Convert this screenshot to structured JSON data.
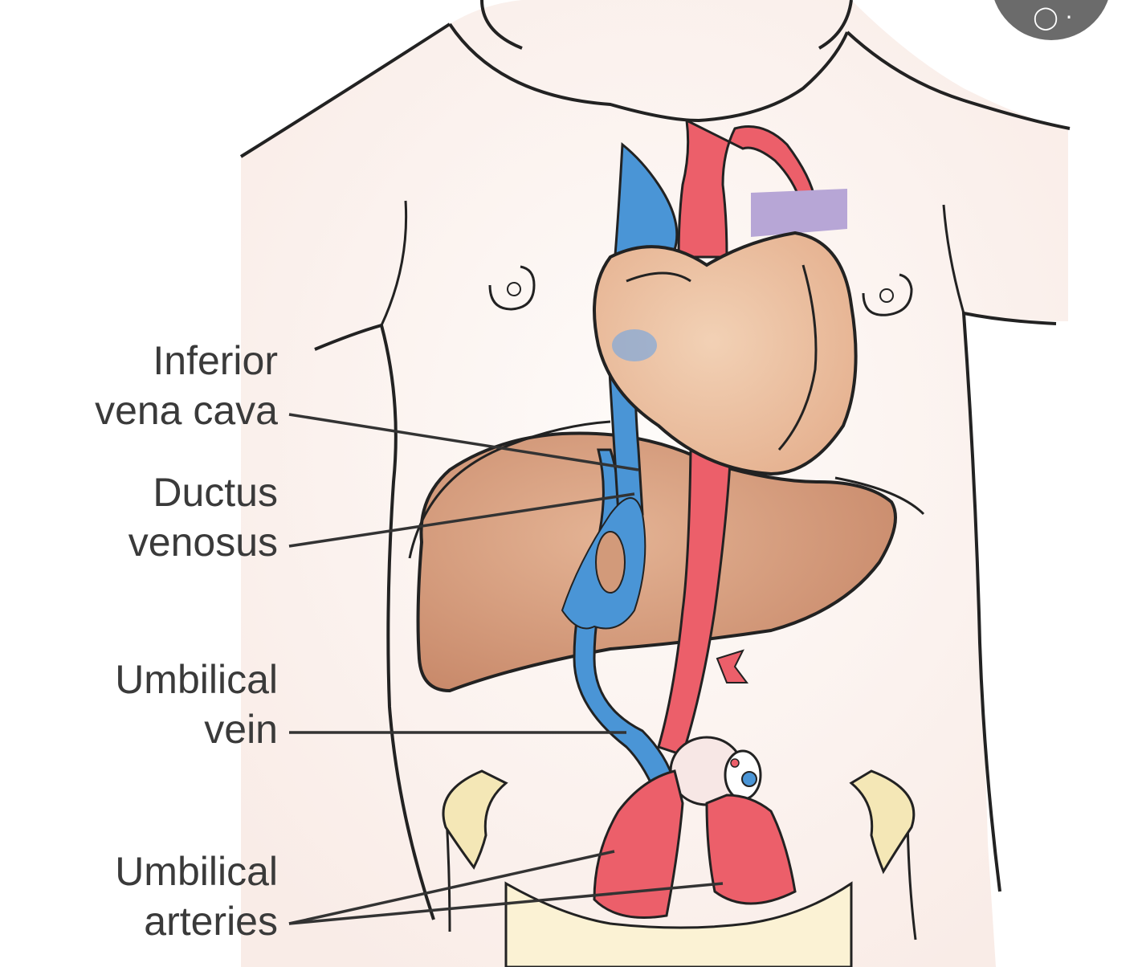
{
  "labels": {
    "ivc": {
      "line1": "Inferior",
      "line2": "vena cava"
    },
    "ductus": {
      "line1": "Ductus",
      "line2": "venosus"
    },
    "uvein": {
      "line1": "Umbilical",
      "line2": "vein"
    },
    "uarteries": {
      "line1": "Umbilical",
      "line2": "arteries"
    }
  },
  "corner_button": {
    "icon": "lens-icon",
    "glyph": "◯ ⋅"
  },
  "colors": {
    "skin": "#fdf7f4",
    "outline": "#222222",
    "artery": "#ec5f6a",
    "vein": "#4a95d6",
    "liver": "#d29a7a",
    "heart": "#ecc3a3",
    "pulmonary": "#b7a6d6",
    "pelvis": "#f4e7b6",
    "leader": "#333333"
  }
}
